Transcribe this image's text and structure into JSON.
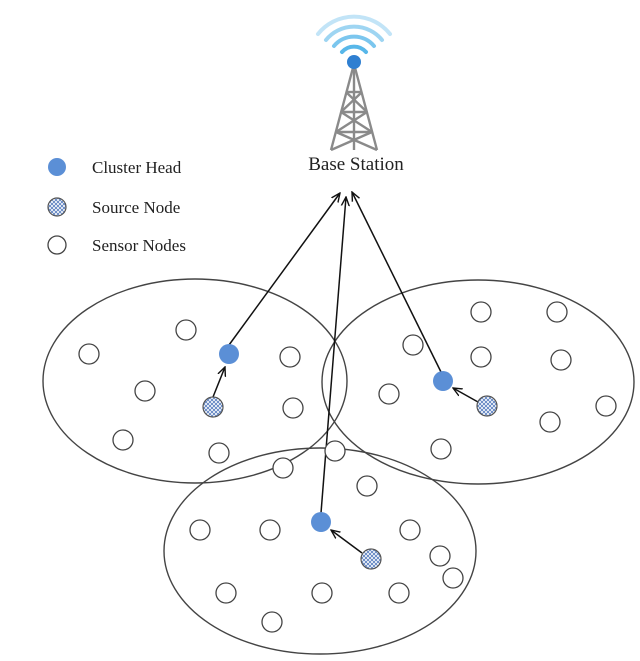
{
  "base_station": {
    "label": "Base Station"
  },
  "legend": {
    "cluster_head": "Cluster Head",
    "source_node": "Source Node",
    "sensor_nodes": "Sensor Nodes"
  },
  "colors": {
    "cluster_head": "#5b8fd6",
    "signal_wave": "#4fb3e8",
    "tower": "#8a8a8a",
    "tower_tip": "#2f7fd1",
    "node_stroke": "#444444",
    "line": "#111111",
    "background": "#ffffff",
    "source_hatch": "#5a7fc0"
  },
  "icons": {
    "antenna": "radio-tower-icon",
    "cluster_head": "filled-circle-icon",
    "source_node": "hatched-circle-icon",
    "sensor_node": "open-circle-icon"
  }
}
